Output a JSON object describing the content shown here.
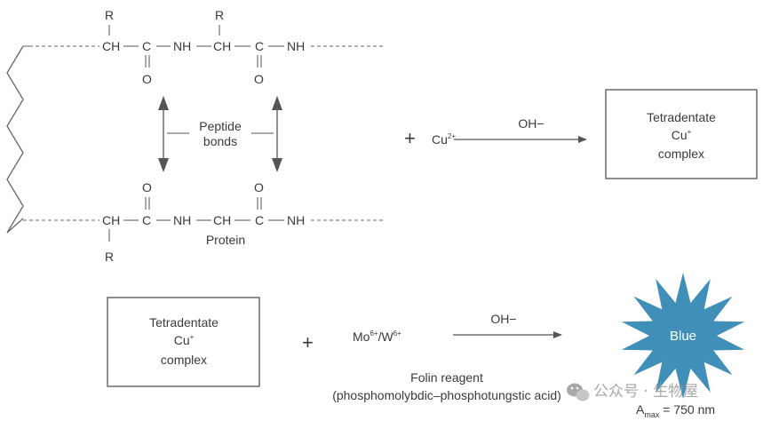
{
  "molecule": {
    "r_group": "R",
    "ch": "CH",
    "c": "C",
    "o": "O",
    "nh": "NH",
    "peptide_label_line1": "Peptide",
    "peptide_label_line2": "bonds",
    "protein_label": "Protein"
  },
  "reaction1": {
    "plus": "+",
    "reagent": "Cu",
    "reagent_charge": "2+",
    "condition": "OH−",
    "product_line1": "Tetradentate",
    "product_line2": "Cu",
    "product_line2_charge": "+",
    "product_line3": "complex"
  },
  "reaction2": {
    "reactant_line1": "Tetradentate",
    "reactant_line2": "Cu",
    "reactant_line2_charge": "+",
    "reactant_line3": "complex",
    "plus": "+",
    "reagent_a": "Mo",
    "reagent_a_charge": "6+",
    "reagent_sep": "/W",
    "reagent_b_charge": "6+",
    "condition": "OH−",
    "reagent_name": "Folin reagent",
    "reagent_desc": "(phosphomolybdic–phosphotungstic acid)",
    "product": "Blue",
    "amax_symbol": "A",
    "amax_sub": "max",
    "amax_value": " = 750 nm"
  },
  "colors": {
    "star_fill": "#3f8fb8",
    "line": "#555555",
    "text": "#3a3a3a"
  },
  "watermark": {
    "text": "公众号 · 生物屋",
    "icon": "wechat-icon"
  }
}
